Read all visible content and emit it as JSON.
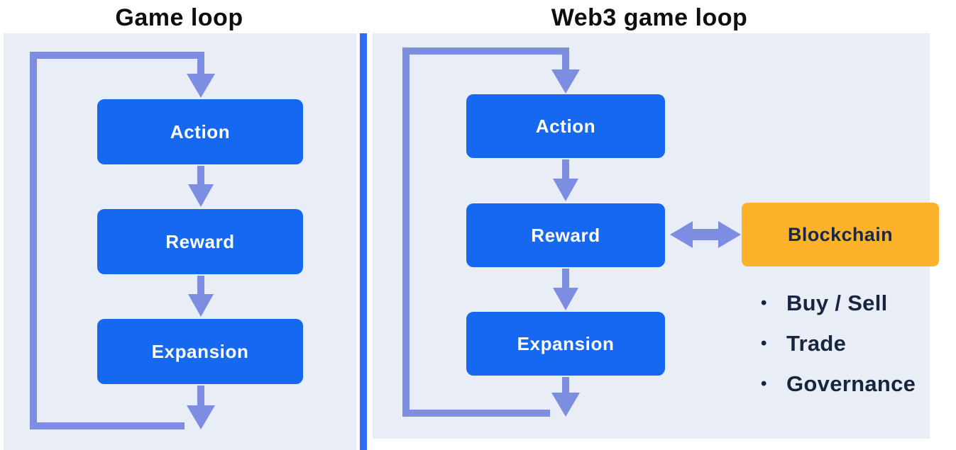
{
  "titles": {
    "left": "Game loop",
    "right": "Web3 game loop"
  },
  "left_diagram": {
    "boxes": [
      "Action",
      "Reward",
      "Expansion"
    ]
  },
  "right_diagram": {
    "boxes": [
      "Action",
      "Reward",
      "Expansion"
    ],
    "blockchain_label": "Blockchain",
    "bullet_glyph": "•",
    "bullets": [
      "Buy / Sell",
      "Trade",
      "Governance"
    ]
  },
  "colors": {
    "box_blue": "#1668f1",
    "arrow_blue": "#7d8de2",
    "panel_bg": "#e9edf6",
    "divider_blue": "#2e6cf5",
    "blockchain_orange": "#fcb22b",
    "title_ink": "#0e0e10",
    "bullet_ink": "#18253f",
    "box_text": "#ffffff",
    "blockchain_ink": "#16294d"
  }
}
